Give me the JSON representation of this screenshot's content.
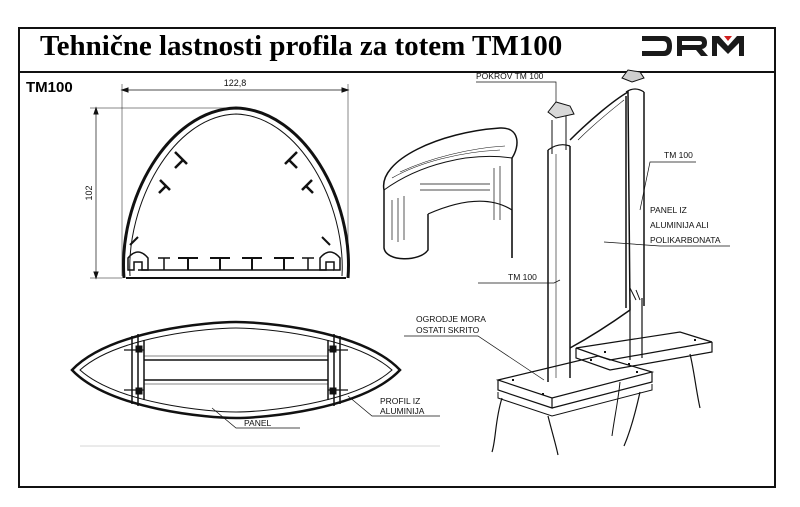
{
  "header": {
    "title": "Tehnične lastnosti profila za totem TM100",
    "logo_text": "DRM"
  },
  "section": {
    "model_label": "TM100"
  },
  "profile": {
    "width_dimension": "122,8",
    "height_dimension": "102"
  },
  "callouts": {
    "panel": "PANEL",
    "profil_line1": "PROFIL IZ",
    "profil_line2": "ALUMINIJA",
    "pokrov": "POKROV TM 100",
    "tm_top": "TM 100",
    "tm_left": "TM 100",
    "panel_iz_line1": "PANEL IZ",
    "panel_iz_line2": "ALUMINIJA ALI",
    "panel_iz_line3": "POLIKARBONATA",
    "ogrodje_line1": "OGRODJE MORA",
    "ogrodje_line2": "OSTATI SKRITO"
  },
  "colors": {
    "logo": "#1a1a1a",
    "logo_accent": "#d01f1f",
    "line": "#111111"
  }
}
